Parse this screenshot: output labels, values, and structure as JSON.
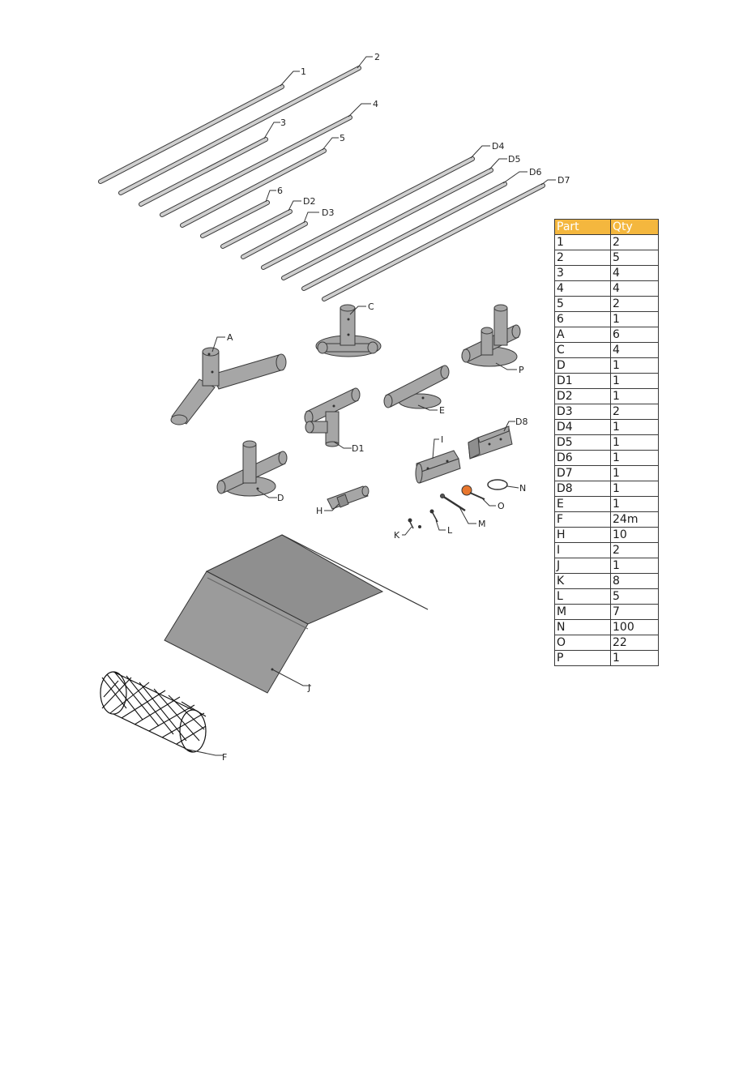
{
  "labels": {
    "rod_1": "1",
    "rod_2": "2",
    "rod_3": "3",
    "rod_4": "4",
    "rod_5": "5",
    "rod_6": "6",
    "rod_d2": "D2",
    "rod_d3": "D3",
    "rod_d4": "D4",
    "rod_d5": "D5",
    "rod_d6": "D6",
    "rod_d7": "D7",
    "a": "A",
    "c": "C",
    "p": "P",
    "e": "E",
    "d1": "D1",
    "d8": "D8",
    "i": "I",
    "n": "N",
    "o": "O",
    "d": "D",
    "h": "H",
    "m": "M",
    "k": "K",
    "l": "L",
    "j": "J",
    "f": "F"
  },
  "table": {
    "header": {
      "part": "Part",
      "qty": "Qty"
    },
    "rows": [
      {
        "part": "1",
        "qty": "2"
      },
      {
        "part": "2",
        "qty": "5"
      },
      {
        "part": "3",
        "qty": "4"
      },
      {
        "part": "4",
        "qty": "4"
      },
      {
        "part": "5",
        "qty": "2"
      },
      {
        "part": "6",
        "qty": "1"
      },
      {
        "part": "A",
        "qty": "6"
      },
      {
        "part": "C",
        "qty": "4"
      },
      {
        "part": "D",
        "qty": "1"
      },
      {
        "part": "D1",
        "qty": "1"
      },
      {
        "part": "D2",
        "qty": "1"
      },
      {
        "part": "D3",
        "qty": "2"
      },
      {
        "part": "D4",
        "qty": "1"
      },
      {
        "part": "D5",
        "qty": "1"
      },
      {
        "part": "D6",
        "qty": "1"
      },
      {
        "part": "D7",
        "qty": "1"
      },
      {
        "part": "D8",
        "qty": "1"
      },
      {
        "part": "E",
        "qty": "1"
      },
      {
        "part": "F",
        "qty": "24m"
      },
      {
        "part": "H",
        "qty": "10"
      },
      {
        "part": "I",
        "qty": "2"
      },
      {
        "part": "J",
        "qty": "1"
      },
      {
        "part": "K",
        "qty": "8"
      },
      {
        "part": "L",
        "qty": "5"
      },
      {
        "part": "M",
        "qty": "7"
      },
      {
        "part": "N",
        "qty": "100"
      },
      {
        "part": "O",
        "qty": "22"
      },
      {
        "part": "P",
        "qty": "1"
      }
    ],
    "header_color": "#f4b73e"
  },
  "colors": {
    "part_fill": "#a6a6a6",
    "pin_head": "#e8772e"
  }
}
